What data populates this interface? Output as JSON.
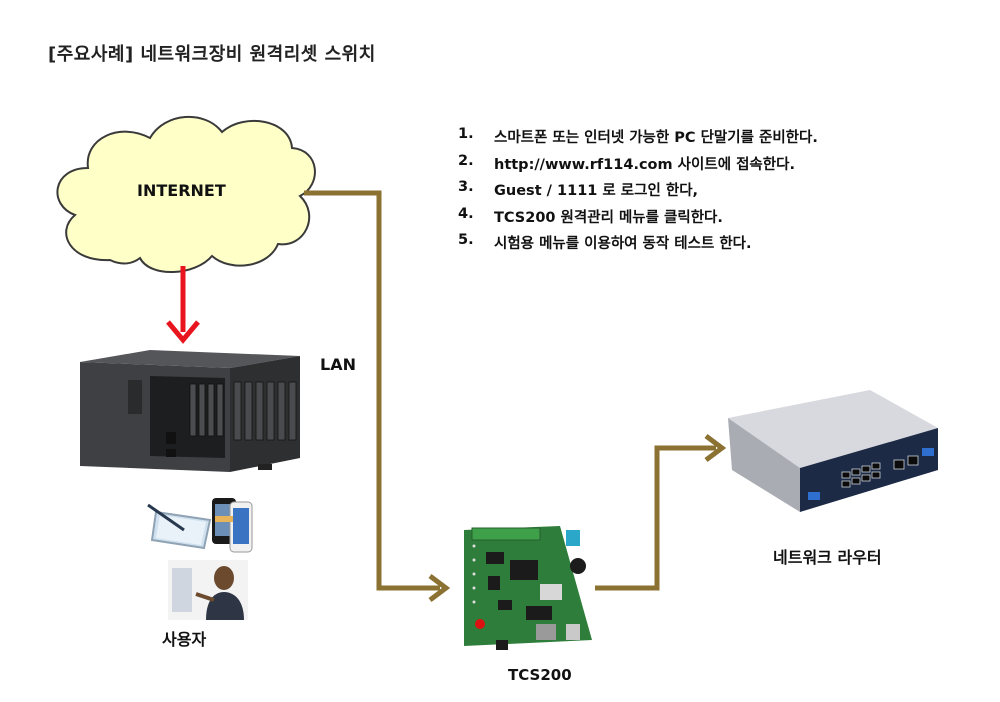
{
  "title": "[주요사례]  네트워크장비 원격리셋 스위치",
  "labels": {
    "internet": "INTERNET",
    "lan": "LAN",
    "user": "사용자",
    "tcs200": "TCS200",
    "router": "네트워크 라우터"
  },
  "steps": [
    {
      "num": "1.",
      "text": "스마트폰 또는 인터넷 가능한 PC 단말기를 준비한다."
    },
    {
      "num": "2.",
      "text": "http://www.rf114.com 사이트에 접속한다."
    },
    {
      "num": "3.",
      "text": "Guest / 1111 로 로그인 한다,"
    },
    {
      "num": "4.",
      "text": "TCS200 원격관리 메뉴를 클릭한다."
    },
    {
      "num": "5.",
      "text": "시험용 메뉴를 이용하여 동작 테스트 한다."
    }
  ],
  "colors": {
    "cloud_fill": "#ffffc8",
    "connector": "#8b7233",
    "down_arrow": "#e8141e",
    "pcb": "#2f7d3a",
    "nas": "#3a3a3c",
    "router_body": "#c9ccd3"
  },
  "icons": [
    "cloud-icon",
    "nas-server-icon",
    "tablet-pen-icon",
    "smartphone-icon",
    "user-photo-icon",
    "tcs200-board-icon",
    "network-router-icon"
  ]
}
